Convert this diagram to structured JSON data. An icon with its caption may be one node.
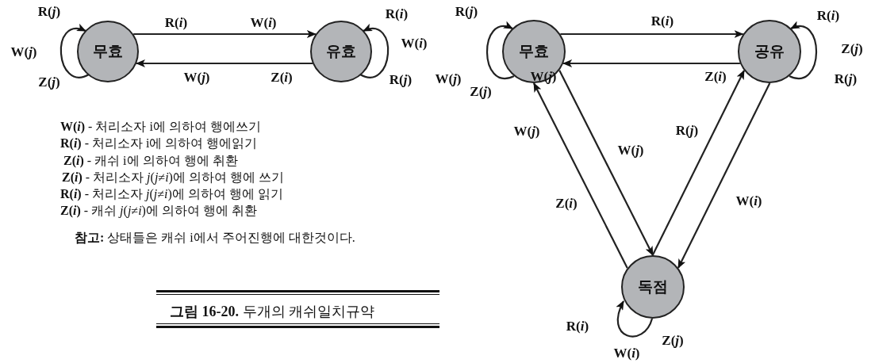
{
  "diagram": {
    "caption": "**그림 16-20.** 두개의 캐쉬일치규약",
    "nodes": [
      {
        "text": [
          "무효"
        ]
      },
      {
        "text": [
          "유효"
        ]
      },
      {
        "text": [
          "무효"
        ]
      },
      {
        "text": [
          "공유"
        ]
      },
      {
        "text": [
          "독점"
        ]
      }
    ],
    "edges": [
      {
        "from": 0,
        "to": 1,
        "arrow": "to"
      },
      {
        "from": 1,
        "to": 0,
        "arrow": "to"
      },
      {
        "from": 0,
        "to": 0,
        "arrow": "to"
      },
      {
        "from": 1,
        "to": 1,
        "arrow": "to"
      },
      {
        "from": 2,
        "to": 3,
        "arrow": "to",
        "label": "R(*i*)"
      },
      {
        "from": 3,
        "to": 2,
        "arrow": "to"
      },
      {
        "from": 2,
        "to": 2,
        "arrow": "to"
      },
      {
        "from": 3,
        "to": 3,
        "arrow": "to"
      },
      {
        "from": 4,
        "to": 2,
        "arrow": "to"
      },
      {
        "from": 2,
        "to": 4,
        "arrow": "to",
        "label": "W(*j*)"
      },
      {
        "from": 4,
        "to": 3,
        "arrow": "to",
        "label": "R(*j*)"
      },
      {
        "from": 3,
        "to": 4,
        "arrow": "to",
        "label": "W(*i*)"
      },
      {
        "from": 4,
        "to": 4,
        "arrow": "to"
      }
    ],
    "labels": [
      "R(*j*)",
      "R(*i*)",
      "W(*i*)",
      "R(*i*)",
      "W(*j*)",
      "W(*i*)",
      "Z(*j*)",
      "W(*j*)",
      "Z(*i*)",
      "R(*j*)",
      "R(*j*)",
      "R(*i*)",
      "Z(*j*)",
      "W(*j*)",
      "W(*j*)",
      "Z(*i*)",
      "R(*j*)",
      "Z(*j*)",
      "W(*j*)",
      "Z(*i*)",
      "R(*i*)",
      "Z(*j*)",
      "W(*i*)",
      "**W(*i*)** - 처리소자 i에 의하여 행에쓰기",
      "**R(*i*)** - 처리소자 i에 의하여 행에읽기",
      "**Z(*i*)** - 캐쉬 i에 의하여 행에 취환",
      "**Z(*i*)** - 처리소자 *j*(*j*≠*i*)에 의하여 행에 쓰기",
      "**R(*i*)** - 처리소자 *j*(*j*≠*i*)에 의하여 행에 읽기",
      "**Z(*i*)** - 캐쉬 *j*(*j*≠*i*)에 의하여 행에 취환",
      "**참고:** 상태들은 캐쉬 i에서 주어진행에 대한것이다."
    ]
  }
}
